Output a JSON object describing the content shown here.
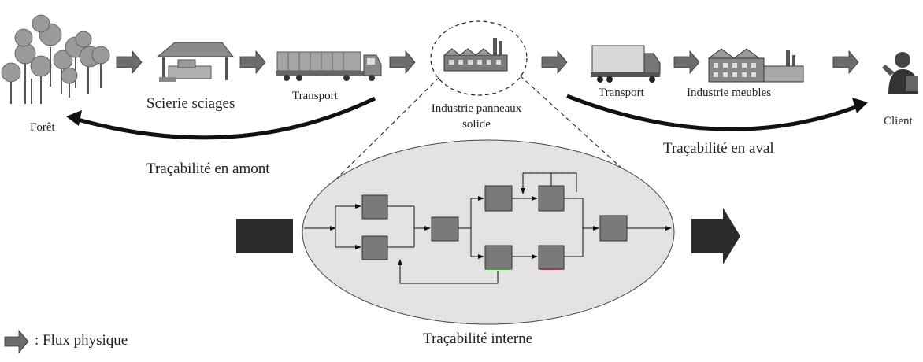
{
  "stages": {
    "foret": "Forêt",
    "scierie": "Scierie sciages",
    "transport_1": "Transport",
    "industrie_panneaux": "Industrie panneaux solide",
    "transport_2": "Transport",
    "industrie_meubles": "Industrie meubles",
    "client": "Client"
  },
  "traceability": {
    "amont": "Traçabilité en amont",
    "aval": "Traçabilité en aval",
    "interne": "Traçabilité interne"
  },
  "legend": {
    "flux_physique": ": Flux physique"
  },
  "icons": [
    "forest-icon",
    "sawmill-icon",
    "truck-icon",
    "factory-icon",
    "lorry-icon",
    "furniture-factory-icon",
    "client-icon"
  ],
  "colors": {
    "arrow_fill": "#6b6b6b",
    "process_box": "#7a7a7a",
    "ellipse_fill": "#e6e6e6",
    "dark_block": "#2b2b2b",
    "green_edge": "#3aa83a",
    "red_edge": "#b0306a"
  }
}
